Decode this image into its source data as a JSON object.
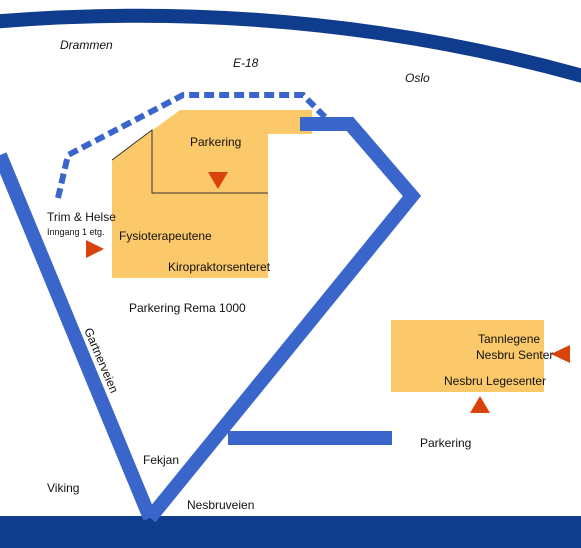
{
  "colors": {
    "road_blue": "#3a66cc",
    "dark_blue": "#0f3c8c",
    "building": "#fcc96a",
    "arrow": "#d9420b"
  },
  "labels": {
    "drammen": "Drammen",
    "e18": "E-18",
    "oslo": "Oslo",
    "parkering_top": "Parkering",
    "trim_helse": "Trim & Helse",
    "inngang": "Inngang 1 etg.",
    "fysioterapeutene": "Fysioterapeutene",
    "kiropraktor": "Kiropraktorsenteret",
    "parkering_rema": "Parkering Rema 1000",
    "tannlegene": "Tannlegene",
    "nesbru_senter": "Nesbru Senter",
    "nesbru_legesenter": "Nesbru Legesenter",
    "gartnerveien": "Gartnerveien",
    "parkering_right": "Parkering",
    "fekjan": "Fekjan",
    "viking": "Viking",
    "nesbruveien": "Nesbruveien"
  },
  "icons": {
    "entrance_arrow": "triangle-right-arrow-icon",
    "parking_arrow": "triangle-down-arrow-icon",
    "legesenter_arrow": "triangle-left-arrow-icon",
    "legesenter_up_arrow": "triangle-up-arrow-icon"
  }
}
